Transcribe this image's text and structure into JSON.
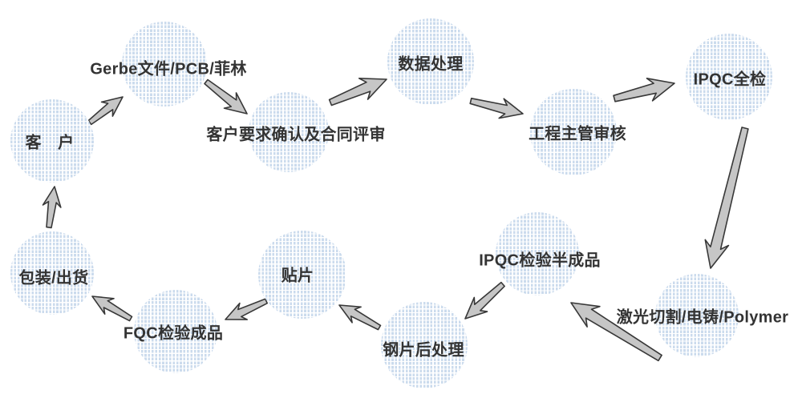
{
  "diagram": {
    "nodes": [
      {
        "id": "customer",
        "label": "客　户"
      },
      {
        "id": "gerber-file",
        "label": "Gerbe文件/PCB/菲林"
      },
      {
        "id": "requirement-review",
        "label": "客户要求确认及合同评审"
      },
      {
        "id": "data-processing",
        "label": "数据处理"
      },
      {
        "id": "engineering-review",
        "label": "工程主管审核"
      },
      {
        "id": "ipqc-full-inspection",
        "label": "IPQC全检"
      },
      {
        "id": "laser-cutting",
        "label": "激光切割/电铸/Polymer"
      },
      {
        "id": "ipqc-semi-inspection",
        "label": "IPQC检验半成品"
      },
      {
        "id": "sheet-post-processing",
        "label": "钢片后处理"
      },
      {
        "id": "smt-mounting",
        "label": "贴片"
      },
      {
        "id": "fqc-inspection",
        "label": "FQC检验成品"
      },
      {
        "id": "packing-shipping",
        "label": "包装/出货"
      }
    ],
    "edges": [
      {
        "from": "customer",
        "to": "gerber-file"
      },
      {
        "from": "gerber-file",
        "to": "requirement-review"
      },
      {
        "from": "requirement-review",
        "to": "data-processing"
      },
      {
        "from": "data-processing",
        "to": "engineering-review"
      },
      {
        "from": "engineering-review",
        "to": "ipqc-full-inspection"
      },
      {
        "from": "ipqc-full-inspection",
        "to": "laser-cutting"
      },
      {
        "from": "laser-cutting",
        "to": "ipqc-semi-inspection"
      },
      {
        "from": "ipqc-semi-inspection",
        "to": "sheet-post-processing"
      },
      {
        "from": "sheet-post-processing",
        "to": "smt-mounting"
      },
      {
        "from": "smt-mounting",
        "to": "fqc-inspection"
      },
      {
        "from": "fqc-inspection",
        "to": "packing-shipping"
      },
      {
        "from": "packing-shipping",
        "to": "customer"
      }
    ],
    "colors": {
      "background": "#ffffff",
      "circle_fill": "#cbdbed",
      "arrow_fill": "#c6c6c6",
      "arrow_outline": "#383838",
      "label_text": "#333333"
    }
  }
}
